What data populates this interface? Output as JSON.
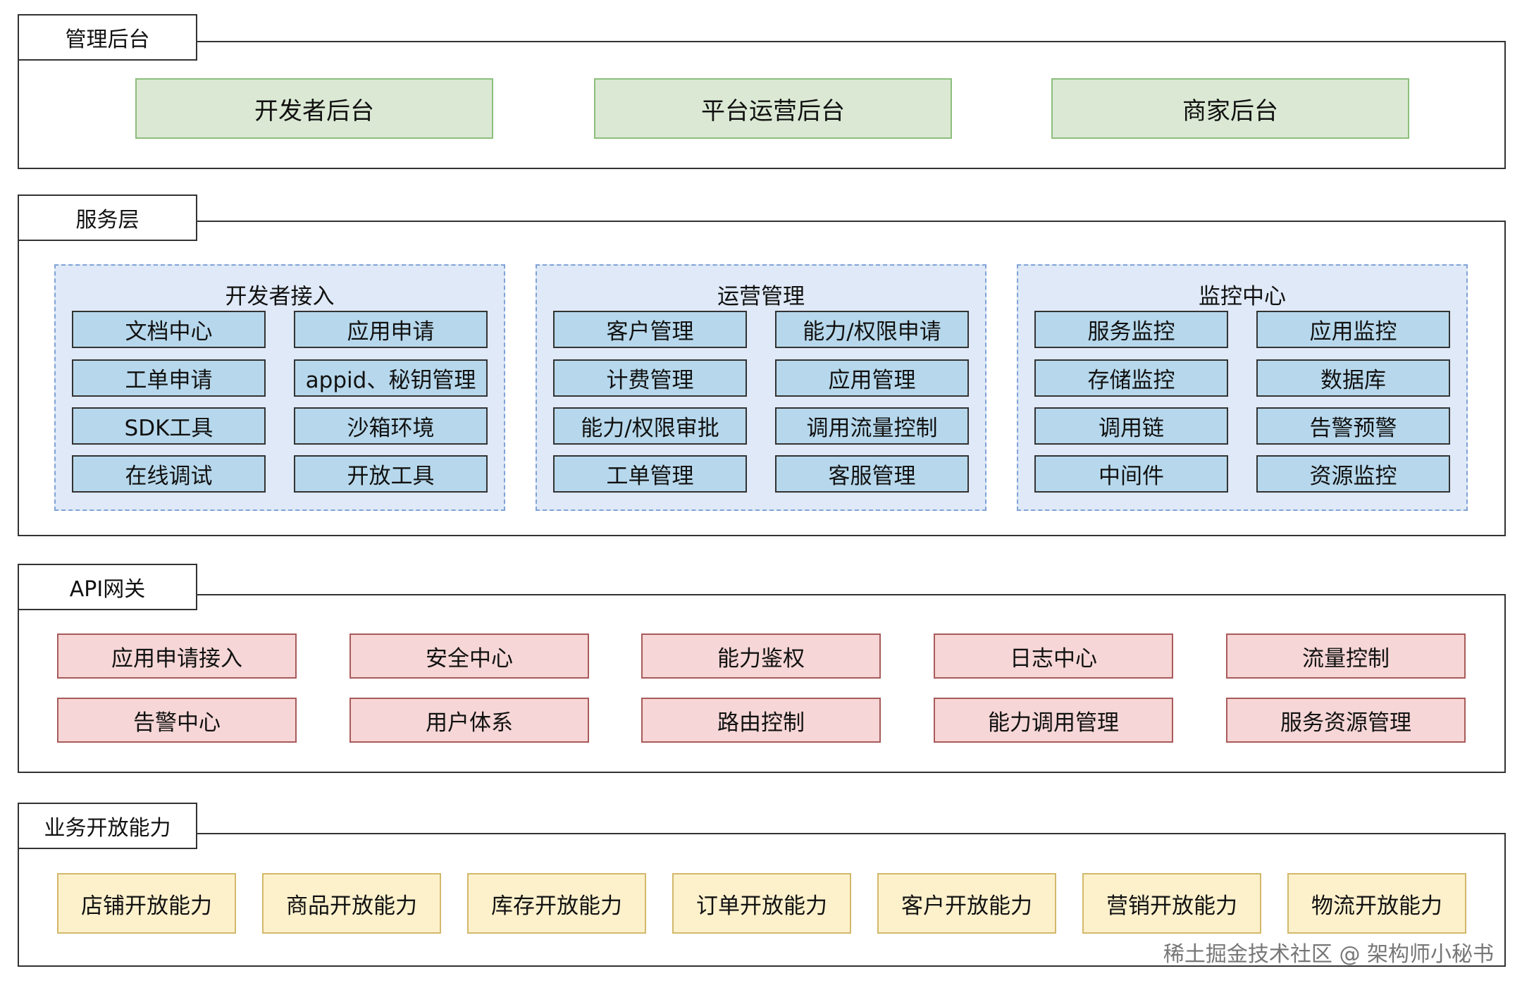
{
  "management": {
    "title": "管理后台",
    "items": [
      "开发者后台",
      "平台运营后台",
      "商家后台"
    ]
  },
  "service": {
    "title": "服务层",
    "groups": [
      {
        "title": "开发者接入",
        "items": [
          "文档中心",
          "应用申请",
          "工单申请",
          "appid、秘钥管理",
          "SDK工具",
          "沙箱环境",
          "在线调试",
          "开放工具"
        ]
      },
      {
        "title": "运营管理",
        "items": [
          "客户管理",
          "能力/权限申请",
          "计费管理",
          "应用管理",
          "能力/权限审批",
          "调用流量控制",
          "工单管理",
          "客服管理"
        ]
      },
      {
        "title": "监控中心",
        "items": [
          "服务监控",
          "应用监控",
          "存储监控",
          "数据库",
          "调用链",
          "告警预警",
          "中间件",
          "资源监控"
        ]
      }
    ]
  },
  "gateway": {
    "title": "API网关",
    "items": [
      "应用申请接入",
      "安全中心",
      "能力鉴权",
      "日志中心",
      "流量控制",
      "告警中心",
      "用户体系",
      "路由控制",
      "能力调用管理",
      "服务资源管理"
    ]
  },
  "business": {
    "title": "业务开放能力",
    "items": [
      "店铺开放能力",
      "商品开放能力",
      "库存开放能力",
      "订单开放能力",
      "客户开放能力",
      "营销开放能力",
      "物流开放能力"
    ]
  },
  "watermark": "稀土掘金技术社区 @ 架构师小秘书"
}
